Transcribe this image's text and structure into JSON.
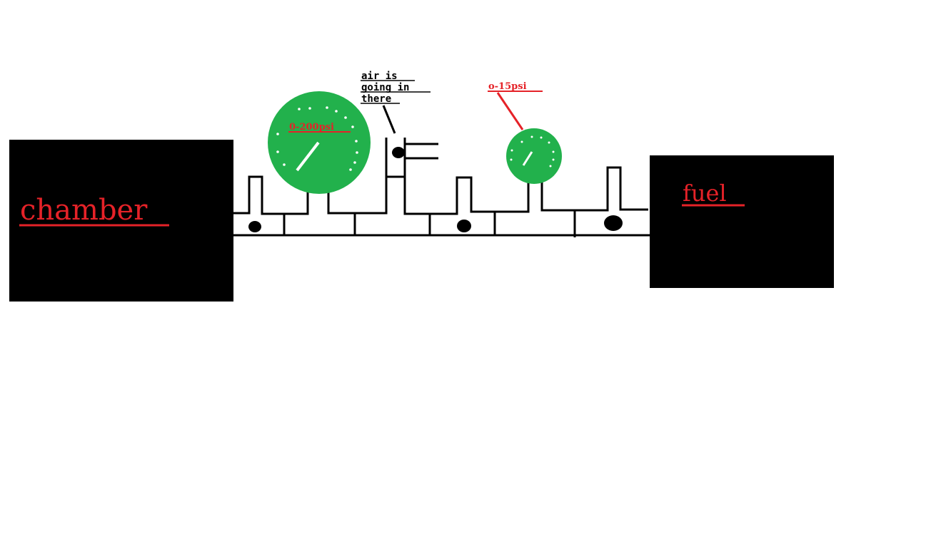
{
  "colors": {
    "block": "#000000",
    "label_red": "#e52228",
    "gauge_green": "#22b14c",
    "gauge_marks": "#ffffff",
    "background": "#ffffff"
  },
  "blocks": {
    "chamber": {
      "label": "chamber"
    },
    "fuel": {
      "label": "fuel"
    }
  },
  "gauges": {
    "large": {
      "label": "0-200psi",
      "icon": "pressure-gauge-icon"
    },
    "small": {
      "label": "o-15psi",
      "icon": "pressure-gauge-icon"
    }
  },
  "annotation": {
    "line1": "air is",
    "line2": "going in",
    "line3": "there"
  }
}
